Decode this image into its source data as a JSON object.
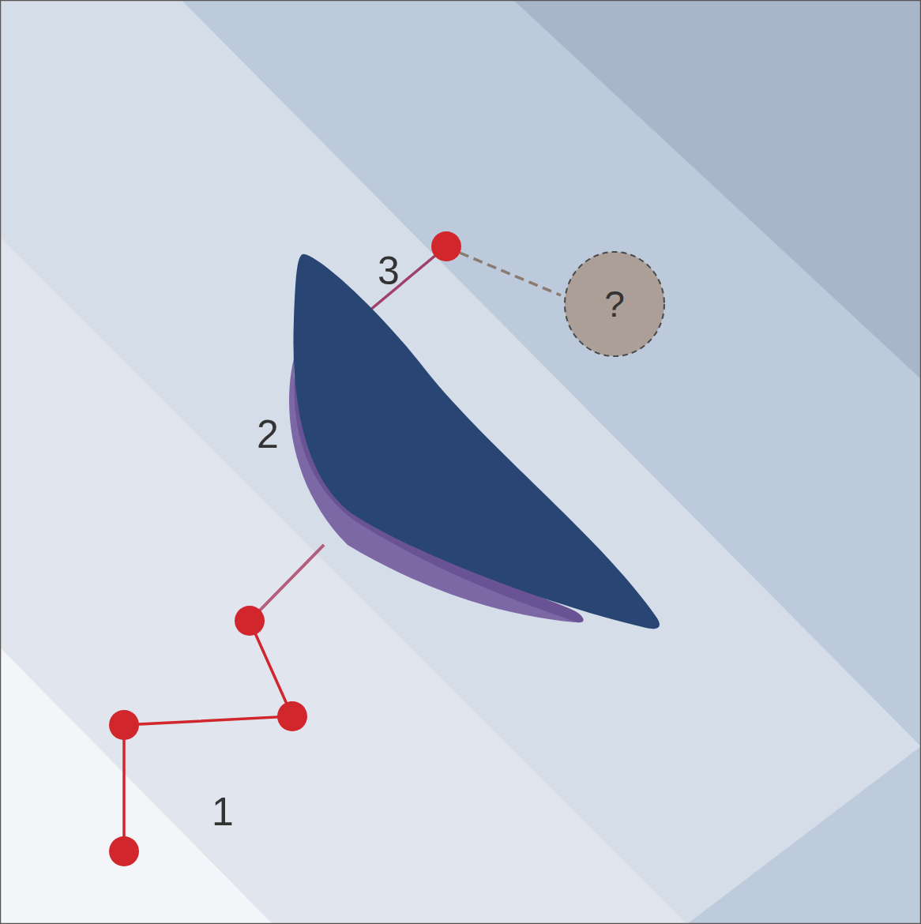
{
  "diagram": {
    "nodes": [
      {
        "text": [
          "?"
        ]
      }
    ],
    "labels": [
      "3",
      "2",
      "1"
    ]
  }
}
